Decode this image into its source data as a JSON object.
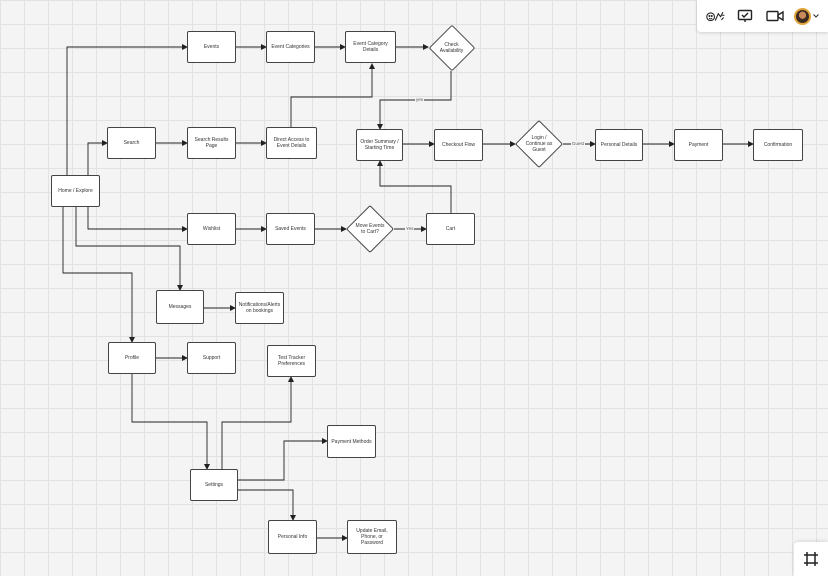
{
  "nodes": {
    "events": "Events",
    "event_categories": "Event Categories",
    "event_category_details": "Event Category Details",
    "check_availability": "Check Availability",
    "search": "Search",
    "search_results_page": "Search Results Page",
    "direct_access": "Direct Access to Event Details",
    "order_summary": "Order Summary / Starting Time",
    "checkout_flow": "Checkout Flow",
    "login_continue_guest": "Login / Continue as Guest",
    "personal_details": "Personal Details",
    "payment": "Payment",
    "confirmation": "Confirmation",
    "home_explore": "Home / Explore",
    "wishlist": "Wishlist",
    "saved_events": "Saved Events",
    "move_events_cart": "Move Events to Cart?",
    "cart": "Cart",
    "messages": "Messages",
    "notifications": "Notifications/Alerts on bookings",
    "profile": "Profile",
    "support": "Support",
    "test_tracker_prefs": "Test Tracker Preferences",
    "payment_methods": "Payment Methods",
    "settings": "Settings",
    "personal_info": "Personal Info",
    "update_contact": "Update Email, Phone, or Password"
  },
  "edge_labels": {
    "yes_availability": "yes",
    "yes_cart": "Yes",
    "guest": "Guest"
  },
  "toolbar": {
    "icons": [
      "reactions-icon",
      "present-icon",
      "video-icon"
    ],
    "avatar_dropdown": "chevron-down-icon"
  },
  "colors": {
    "line": "#222222",
    "node_border": "#444444",
    "node_fill": "#ffffff",
    "avatar_ring": "#e0a43a"
  }
}
